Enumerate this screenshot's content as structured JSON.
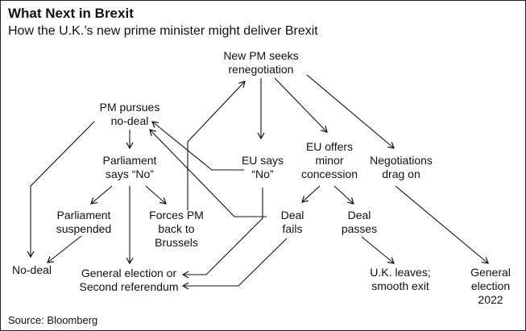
{
  "title": "What Next in Brexit",
  "subtitle": "How the U.K.’s new prime minister might deliver Brexit",
  "source": "Source: Bloomberg",
  "nodes": {
    "new_pm": [
      "New PM seeks",
      "renegotiation"
    ],
    "pm_no_deal": [
      "PM pursues",
      "no-deal"
    ],
    "parliament_no": [
      "Parliament",
      "says “No”"
    ],
    "eu_no": [
      "EU says",
      "“No”"
    ],
    "eu_offers": [
      "EU offers",
      "minor",
      "concession"
    ],
    "negotiations": [
      "Negotiations",
      "drag on"
    ],
    "parliament_suspended": [
      "Parliament",
      "suspended"
    ],
    "forces_pm": [
      "Forces PM",
      "back to",
      "Brussels"
    ],
    "deal_fails": [
      "Deal",
      "fails"
    ],
    "deal_passes": [
      "Deal",
      "passes"
    ],
    "no_deal": [
      "No-deal"
    ],
    "general_election": [
      "General election or",
      "Second referendum"
    ],
    "uk_leaves": [
      "U.K. leaves;",
      "smooth exit"
    ],
    "general_election_2022": [
      "General",
      "election",
      "2022"
    ]
  },
  "colors": {
    "text": "#111111",
    "line": "#111111",
    "border": "#222222"
  }
}
